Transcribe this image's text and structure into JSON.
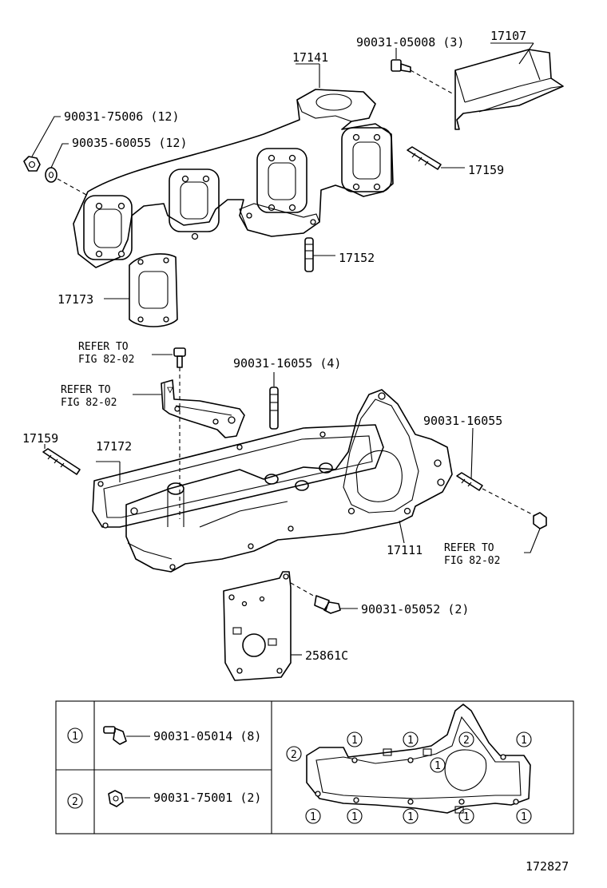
{
  "callouts": {
    "c17107": "17107",
    "c90031_05008": "90031-05008 (3)",
    "c17141": "17141",
    "c90031_75006": "90031-75006 (12)",
    "c90035_60055": "90035-60055 (12)",
    "c17159_top": "17159",
    "c17152": "17152",
    "c17173": "17173",
    "refer1_a": "REFER TO",
    "refer1_b": "FIG 82-02",
    "c90031_16055_4": "90031-16055 (4)",
    "refer2_a": "REFER TO",
    "refer2_b": "FIG 82-02",
    "c17159_left": "17159",
    "c17172": "17172",
    "c90031_16055": "90031-16055",
    "refer3_a": "REFER TO",
    "refer3_b": "FIG 82-02",
    "c17111": "17111",
    "c90031_05052": "90031-05052 (2)",
    "c25861C": "25861C",
    "fig_number": "172827"
  },
  "legend": {
    "rows": [
      {
        "marker": "1",
        "part": "90031-05014 (8)"
      },
      {
        "marker": "2",
        "part": "90031-75001 (2)"
      }
    ],
    "gasket_markers_top": [
      "1",
      "1",
      "1",
      "2",
      "1"
    ],
    "gasket_marker_left": "2",
    "gasket_markers_bottom": [
      "1",
      "1",
      "1",
      "1",
      "1"
    ]
  }
}
